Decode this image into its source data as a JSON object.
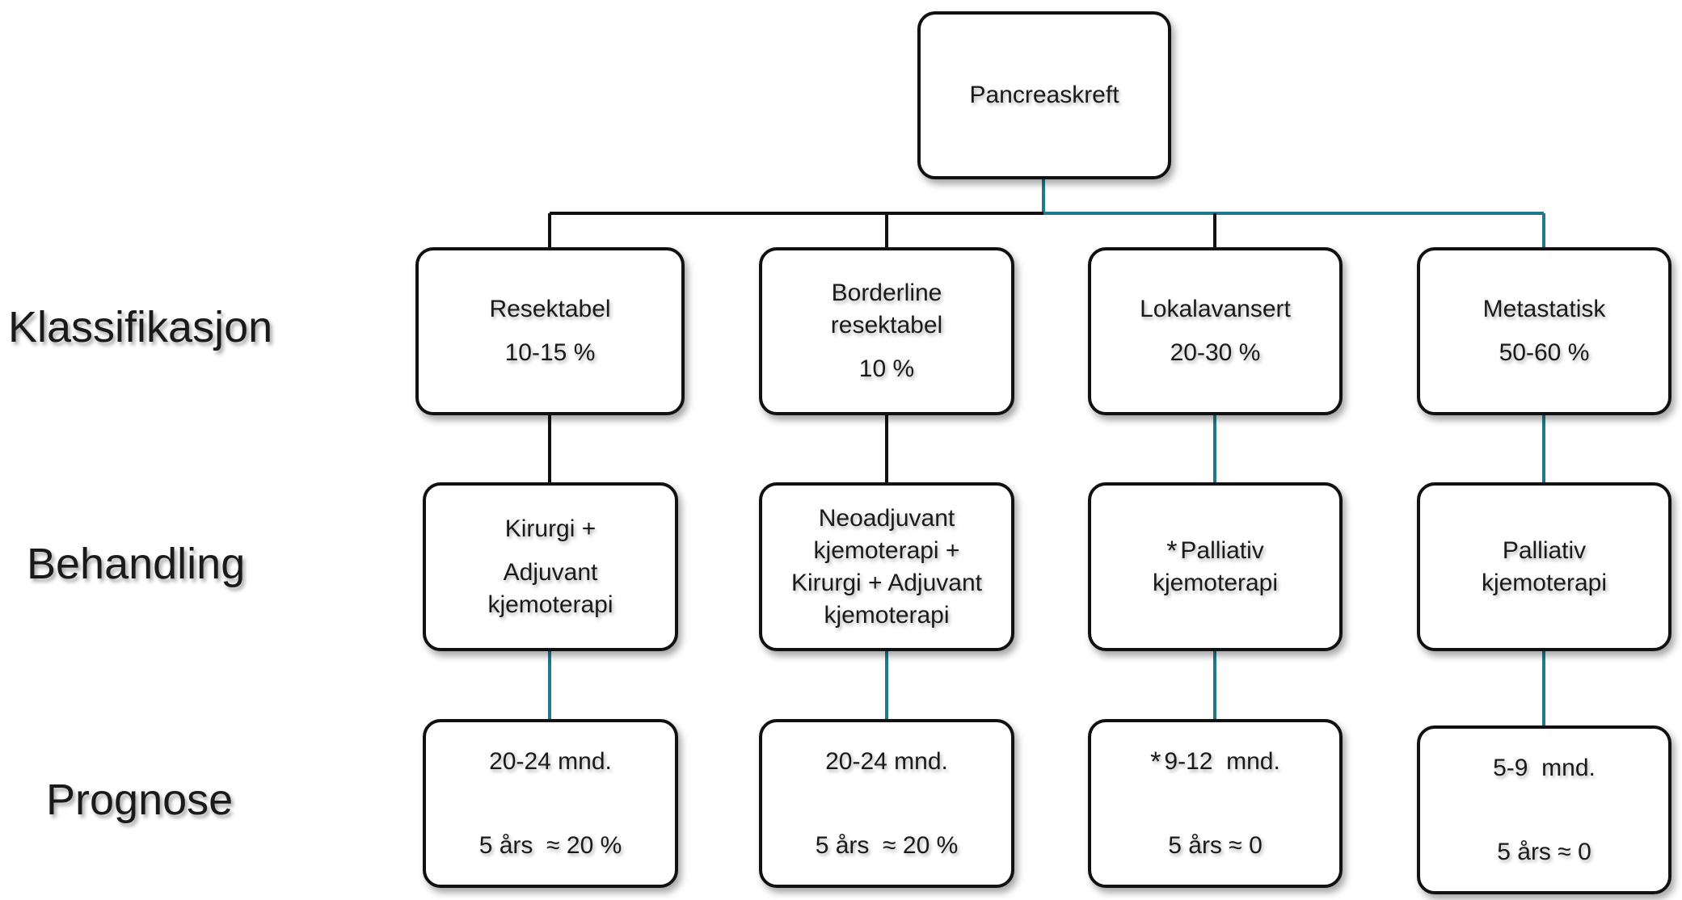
{
  "colors": {
    "black_line": "#111111",
    "teal_line": "#1f7a8c"
  },
  "root": {
    "label": "Pancreaskreft"
  },
  "row_labels": {
    "classification": "Klassifikasjon",
    "treatment": "Behandling",
    "prognosis": "Prognose"
  },
  "columns": [
    {
      "classification": {
        "line1": "Resektabel",
        "line2": "",
        "percent": "10-15 %"
      },
      "treatment": {
        "lines": [
          "Kirurgi +",
          "Adjuvant",
          "kjemoterapi"
        ]
      },
      "prognosis": {
        "survival": "20-24 mnd.",
        "five_year": "5 års  ≈ 20 %"
      }
    },
    {
      "classification": {
        "line1": "Borderline",
        "line2": "resektabel",
        "percent": "10 %"
      },
      "treatment": {
        "lines": [
          "Neoadjuvant",
          "kjemoterapi +",
          "Kirurgi + Adjuvant",
          "kjemoterapi"
        ]
      },
      "prognosis": {
        "survival": "20-24 mnd.",
        "five_year": "5 års  ≈ 20 %"
      }
    },
    {
      "classification": {
        "line1": "Lokalavansert",
        "line2": "",
        "percent": "20-30 %"
      },
      "treatment": {
        "star": "*",
        "lines": [
          "Palliativ",
          "kjemoterapi"
        ]
      },
      "prognosis": {
        "star": "*",
        "survival": "9-12  mnd.",
        "five_year": "5 års ≈ 0"
      }
    },
    {
      "classification": {
        "line1": "Metastatisk",
        "line2": "",
        "percent": "50-60 %"
      },
      "treatment": {
        "lines": [
          "Palliativ",
          "kjemoterapi"
        ]
      },
      "prognosis": {
        "survival": "5-9  mnd.",
        "five_year": "5 års ≈ 0"
      }
    }
  ]
}
